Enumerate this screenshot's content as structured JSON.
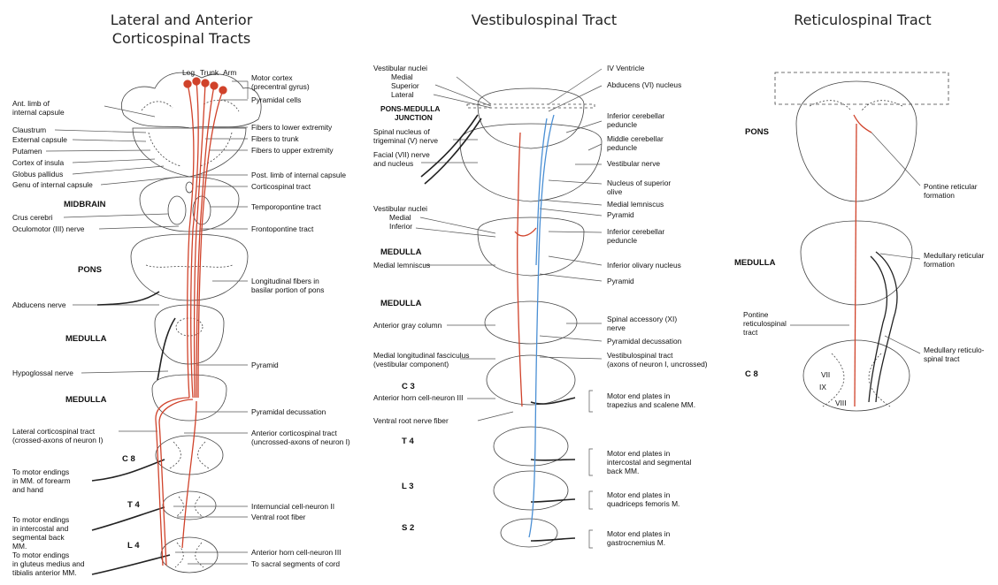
{
  "titles": {
    "panel1_line1": "Lateral and Anterior",
    "panel1_line2": "Corticospinal Tracts",
    "panel2": "Vestibulospinal Tract",
    "panel3": "Reticulospinal Tract"
  },
  "colors": {
    "tract_red": "#d0422a",
    "tract_blue": "#4a8fd4",
    "ink": "#333333"
  },
  "p1": {
    "top": {
      "leg": "Leg",
      "trunk": "Trunk",
      "arm": "Arm"
    },
    "right": {
      "motor_cortex": "Motor cortex",
      "precentral": "(precentral gyrus)",
      "pyramidal_cells": "Pyramidal cells",
      "fibers_lower": "Fibers to lower extremity",
      "fibers_trunk": "Fibers to trunk",
      "fibers_upper": "Fibers to upper extremity",
      "post_limb": "Post. limb of internal capsule",
      "corticospinal": "Corticospinal tract",
      "temporopontine": "Temporopontine tract",
      "frontopontine": "Frontopontine tract",
      "longitudinal1": "Longitudinal fibers in",
      "longitudinal2": "basilar portion of pons",
      "pyramid": "Pyramid",
      "decussation": "Pyramidal decussation",
      "anterior_ct1": "Anterior corticospinal tract",
      "anterior_ct2": "(uncrossed-axons of neuron I)",
      "internuncial": "Internuncial cell-neuron II",
      "ventral_root": "Ventral root fiber",
      "anterior_horn": "Anterior horn cell-neuron III",
      "sacral": "To sacral segments of cord"
    },
    "left": {
      "ant_limb1": "Ant. limb of",
      "ant_limb2": "internal capsule",
      "claustrum": "Claustrum",
      "external_capsule": "External capsule",
      "putamen": "Putamen",
      "cortex_insula": "Cortex of insula",
      "globus_pallidus": "Globus pallidus",
      "genu": "Genu of internal capsule",
      "crus": "Crus cerebri",
      "oculomotor": "Oculomotor (III) nerve",
      "abducens": "Abducens nerve",
      "hypoglossal": "Hypoglossal nerve",
      "lateral_ct1": "Lateral corticospinal tract",
      "lateral_ct2": "(crossed-axons of neuron I)",
      "forearm1": "To motor endings",
      "forearm2": "in MM. of forearm",
      "forearm3": "and hand",
      "intercostal1": "To motor endings",
      "intercostal2": "in intercostal and",
      "intercostal3": "segmental back",
      "intercostal4": "MM.",
      "gluteus1": "To motor endings",
      "gluteus2": "in gluteus medius and",
      "gluteus3": "tibialis anterior MM."
    },
    "sections": {
      "midbrain": "MIDBRAIN",
      "pons": "PONS",
      "medulla1": "MEDULLA",
      "medulla2": "MEDULLA",
      "c8": "C 8",
      "t4": "T 4",
      "l4": "L 4"
    }
  },
  "p2": {
    "left": {
      "vest_nuclei": "Vestibular nuclei",
      "medial": "Medial",
      "superior": "Superior",
      "lateral": "Lateral",
      "junction1": "PONS-MEDULLA",
      "junction2": "JUNCTION",
      "spinal_nuc1": "Spinal nucleus of",
      "spinal_nuc2": "trigeminal (V) nerve",
      "facial1": "Facial (VII) nerve",
      "facial2": "and nucleus",
      "vest_nuclei2": "Vestibular nuclei",
      "medial2": "Medial",
      "inferior": "Inferior",
      "medulla": "MEDULLA",
      "med_lemniscus": "Medial lemniscus",
      "medulla2": "MEDULLA",
      "ant_gray": "Anterior gray column",
      "mlf1": "Medial longitudinal fasciculus",
      "mlf2": "(vestibular component)",
      "c3": "C 3",
      "ant_horn": "Anterior horn cell-neuron III",
      "ventral_root": "Ventral root nerve fiber",
      "t4": "T 4",
      "l3": "L 3",
      "s2": "S 2"
    },
    "right": {
      "iv_ventricle": "IV Ventricle",
      "abducens": "Abducens (VI) nucleus",
      "icp1": "Inferior cerebellar",
      "icp2": "peduncle",
      "mcp1": "Middle cerebellar",
      "mcp2": "peduncle",
      "vest_nerve": "Vestibular nerve",
      "sup_olive1": "Nucleus of superior",
      "sup_olive2": "olive",
      "med_lemniscus": "Medial lemniscus",
      "pyramid": "Pyramid",
      "icp3": "Inferior cerebellar",
      "icp4": "peduncle",
      "inf_olivary": "Inferior olivary nucleus",
      "pyramid2": "Pyramid",
      "accessory1": "Spinal accessory (XI)",
      "accessory2": "nerve",
      "decussation": "Pyramidal decussation",
      "vst1": "Vestibulospinal tract",
      "vst2": "(axons of neuron I, uncrossed)",
      "mep_c3_1": "Motor end plates in",
      "mep_c3_2": "trapezius and scalene MM.",
      "mep_t4_1": "Motor end plates in",
      "mep_t4_2": "intercostal and segmental",
      "mep_t4_3": "back MM.",
      "mep_l3_1": "Motor end plates in",
      "mep_l3_2": "quadriceps femoris M.",
      "mep_s2_1": "Motor end plates in",
      "mep_s2_2": "gastrocnemius M."
    }
  },
  "p3": {
    "pons": "PONS",
    "medulla": "MEDULLA",
    "c8": "C 8",
    "pontine_ret1": "Pontine reticular",
    "pontine_ret2": "formation",
    "med_ret1": "Medullary reticular",
    "med_ret2": "formation",
    "pontine_rs1": "Pontine",
    "pontine_rs2": "reticulospinal",
    "pontine_rs3": "tract",
    "med_rs1": "Medullary reticulo-",
    "med_rs2": "spinal tract",
    "vii": "VII",
    "ix": "IX",
    "viii": "VIII"
  }
}
